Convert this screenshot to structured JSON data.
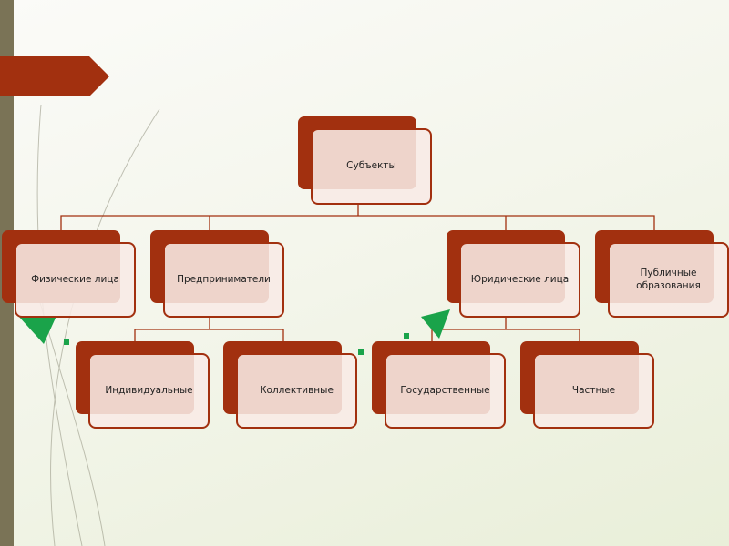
{
  "diagram": {
    "root": "Субъекты",
    "level1": [
      "Физические лица",
      "Предприниматели",
      "Юридические лица",
      "Публичные образования"
    ],
    "entrepreneurs": [
      "Индивидуальные",
      "Коллективные"
    ],
    "legal": [
      "Государственные",
      "Частные"
    ]
  },
  "colors": {
    "accent": "#a2300f",
    "sidebar": "#7a7356",
    "marker": "#1aa34a"
  }
}
